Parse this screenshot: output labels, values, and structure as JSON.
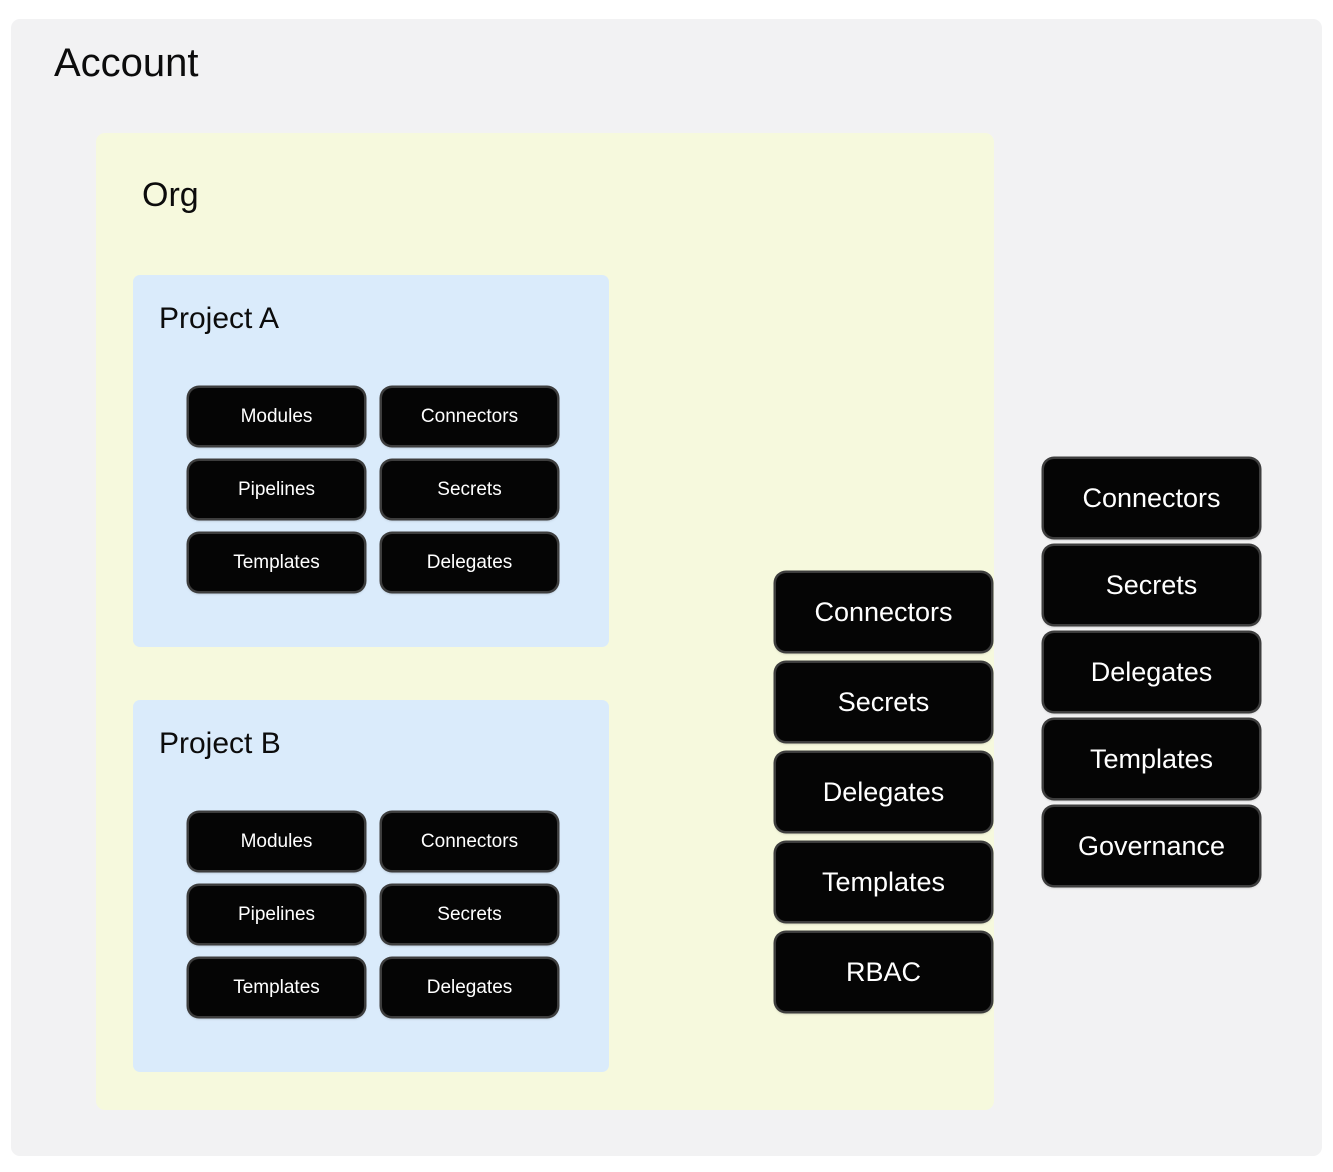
{
  "account": {
    "title": "Account",
    "bg_color": "#f2f2f3"
  },
  "org": {
    "title": "Org",
    "bg_color": "#f6f9dd"
  },
  "projects": [
    {
      "title": "Project A",
      "bg_color": "#daebfb",
      "chips": [
        "Modules",
        "Connectors",
        "Pipelines",
        "Secrets",
        "Templates",
        "Delegates"
      ]
    },
    {
      "title": "Project B",
      "bg_color": "#daebfb",
      "chips": [
        "Modules",
        "Connectors",
        "Pipelines",
        "Secrets",
        "Templates",
        "Delegates"
      ]
    }
  ],
  "org_level_resources": {
    "chips": [
      "Connectors",
      "Secrets",
      "Delegates",
      "Templates",
      "RBAC"
    ]
  },
  "account_level_resources": {
    "chips": [
      "Connectors",
      "Secrets",
      "Delegates",
      "Templates",
      "Governance"
    ]
  },
  "chip_style": {
    "fill_color": "#050505",
    "text_color": "#ffffff",
    "outline_color": "#3d3d3d"
  }
}
